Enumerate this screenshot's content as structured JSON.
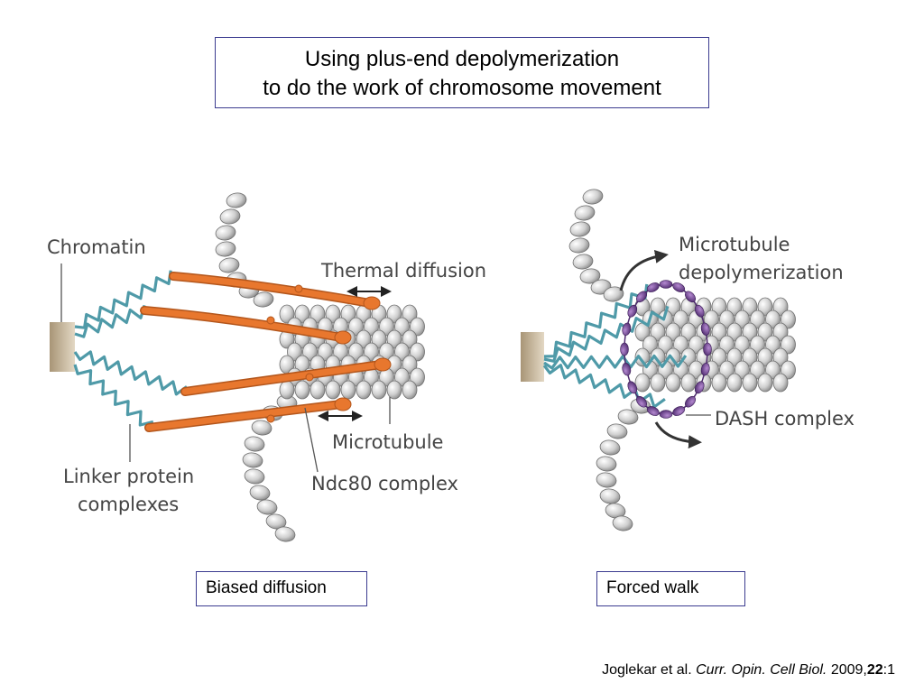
{
  "title": {
    "line1": "Using plus-end depolymerization",
    "line2": "to do the work of chromosome movement"
  },
  "left_panel": {
    "labels": {
      "chromatin": "Chromatin",
      "thermal_diffusion": "Thermal diffusion",
      "microtubule": "Microtubule",
      "ndc80": "Ndc80 complex",
      "linker_line1": "Linker protein",
      "linker_line2": "complexes"
    },
    "caption": "Biased diffusion"
  },
  "right_panel": {
    "labels": {
      "depoly_line1": "Microtubule",
      "depoly_line2": "depolymerization",
      "dash": "DASH complex"
    },
    "caption": "Forced walk"
  },
  "citation": {
    "authors": "Joglekar et al.",
    "journal": "Curr. Opin. Cell Biol.",
    "year": "2009,",
    "volume": "22",
    "page": ":1"
  },
  "colors": {
    "ndc80_orange": "#e8772e",
    "linker_teal": "#4f9aa8",
    "dash_purple": "#6b3f8e",
    "tubulin_grey": "#c9c9c9",
    "chromatin_tan": "#c8b89c",
    "box_border": "#3b3b8f"
  }
}
